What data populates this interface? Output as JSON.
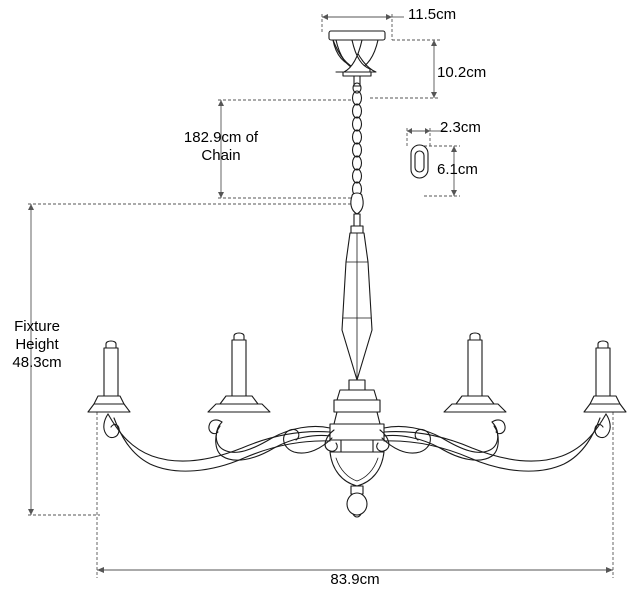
{
  "diagram": {
    "title": "Chandelier dimension drawing",
    "colors": {
      "line": "#1a1a1a",
      "dimension_line": "#555555",
      "background": "#ffffff"
    },
    "labels": {
      "canopy_width": "11.5cm",
      "canopy_drop": "10.2cm",
      "chain_length": "182.9cm of\nChain",
      "link_width": "2.3cm",
      "link_height": "6.1cm",
      "fixture_height": "Fixture\nHeight\n48.3cm",
      "overall_width": "83.9cm"
    }
  }
}
